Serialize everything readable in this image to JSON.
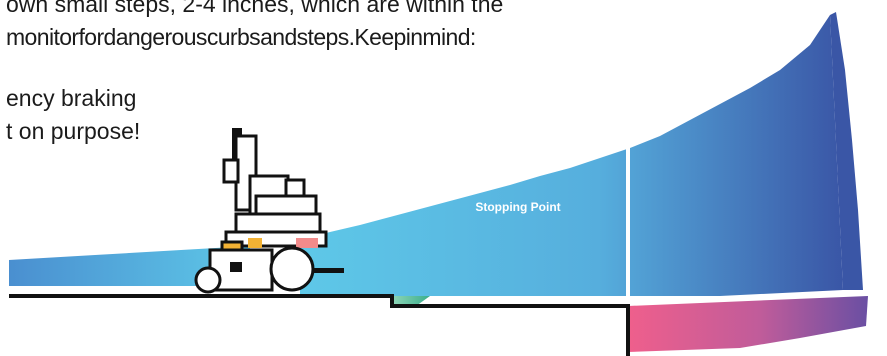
{
  "text": {
    "line1": "own small steps, 2-4 inches, which are within the",
    "line2": "monitorfordangerouscurbsandsteps.Keepinmind:",
    "line3": "ency braking",
    "line4": "t on purpose!"
  },
  "diagram": {
    "beam_label": "Stopping Point"
  },
  "colors": {
    "beam_light": "#5ec8e8",
    "beam_dark": "#3a56a6",
    "near_band": "#4a95d0",
    "drop_pink": "#ef5f8c",
    "drop_purple": "#6a4fa3",
    "curb_green": "#5fc2a2",
    "ground": "#111111"
  },
  "icons": [
    "wheelchair-user-icon"
  ]
}
